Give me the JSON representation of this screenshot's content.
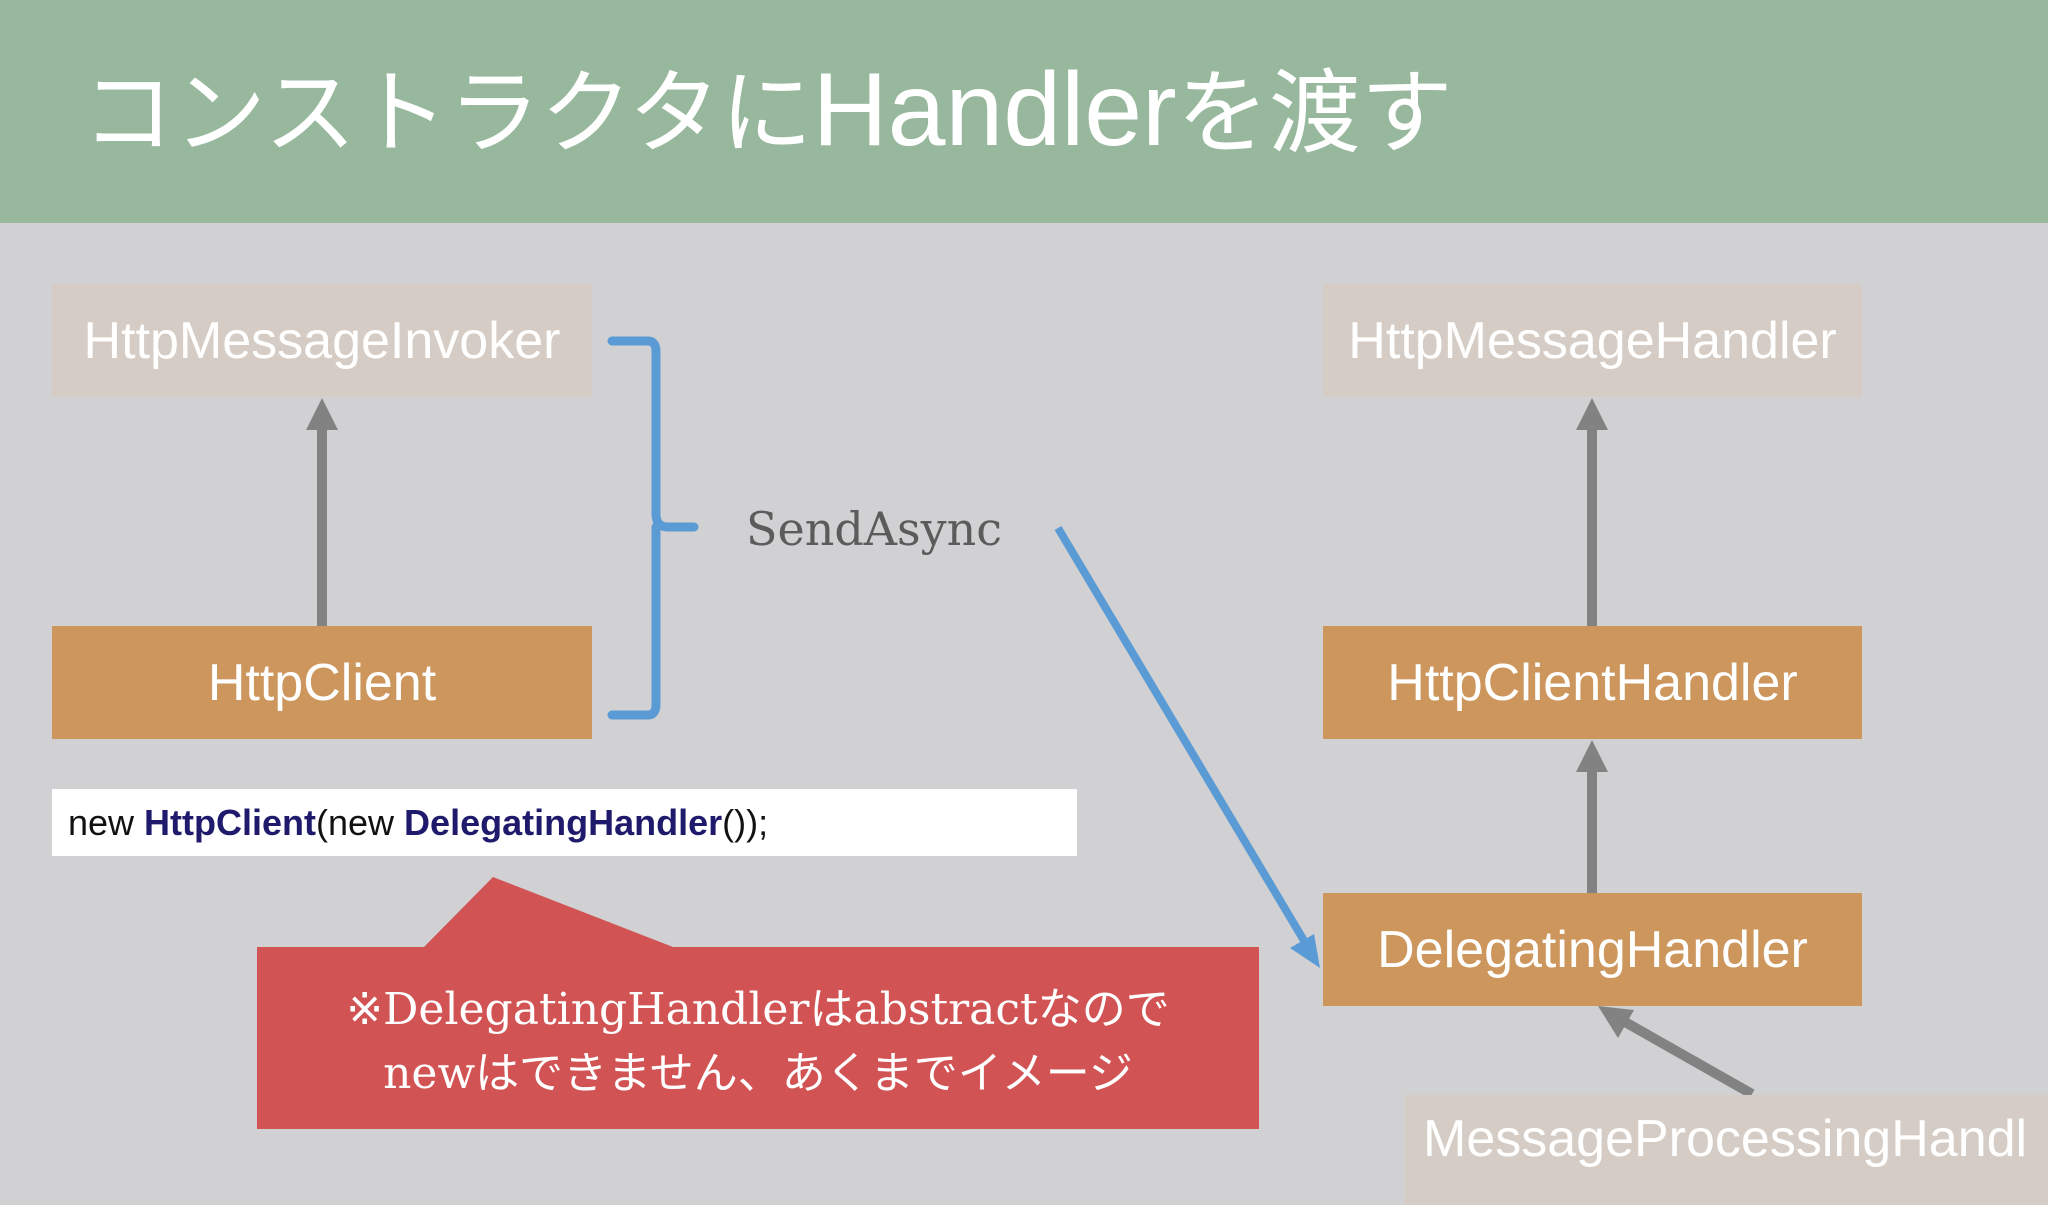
{
  "title": {
    "jp1": "コンストラクタに",
    "en": "Handler",
    "jp2": "を渡す"
  },
  "left": {
    "parent": "HttpMessageInvoker",
    "child": "HttpClient"
  },
  "brace_label": "SendAsync",
  "right": {
    "parent": "HttpMessageHandler",
    "child": "HttpClientHandler",
    "delegating": "DelegatingHandler",
    "processing": "MessageProcessingHandl"
  },
  "code": {
    "new1": "new ",
    "type1": "HttpClient",
    "paren_new": "(new ",
    "type2": "DelegatingHandler",
    "tail": "());"
  },
  "note": {
    "line1": "※DelegatingHandlerはabstractなので",
    "line2": "newはできません、あくまでイメージ"
  },
  "colors": {
    "header": "#98b89e",
    "background": "#d1d0d2",
    "gray_box": "#d5cdc5",
    "orange_box": "#cc965c",
    "arrow_gray": "#828282",
    "blue": "#5b9bd5",
    "callout_red": "#d25353",
    "code_keyword": "#1f1a6b"
  }
}
